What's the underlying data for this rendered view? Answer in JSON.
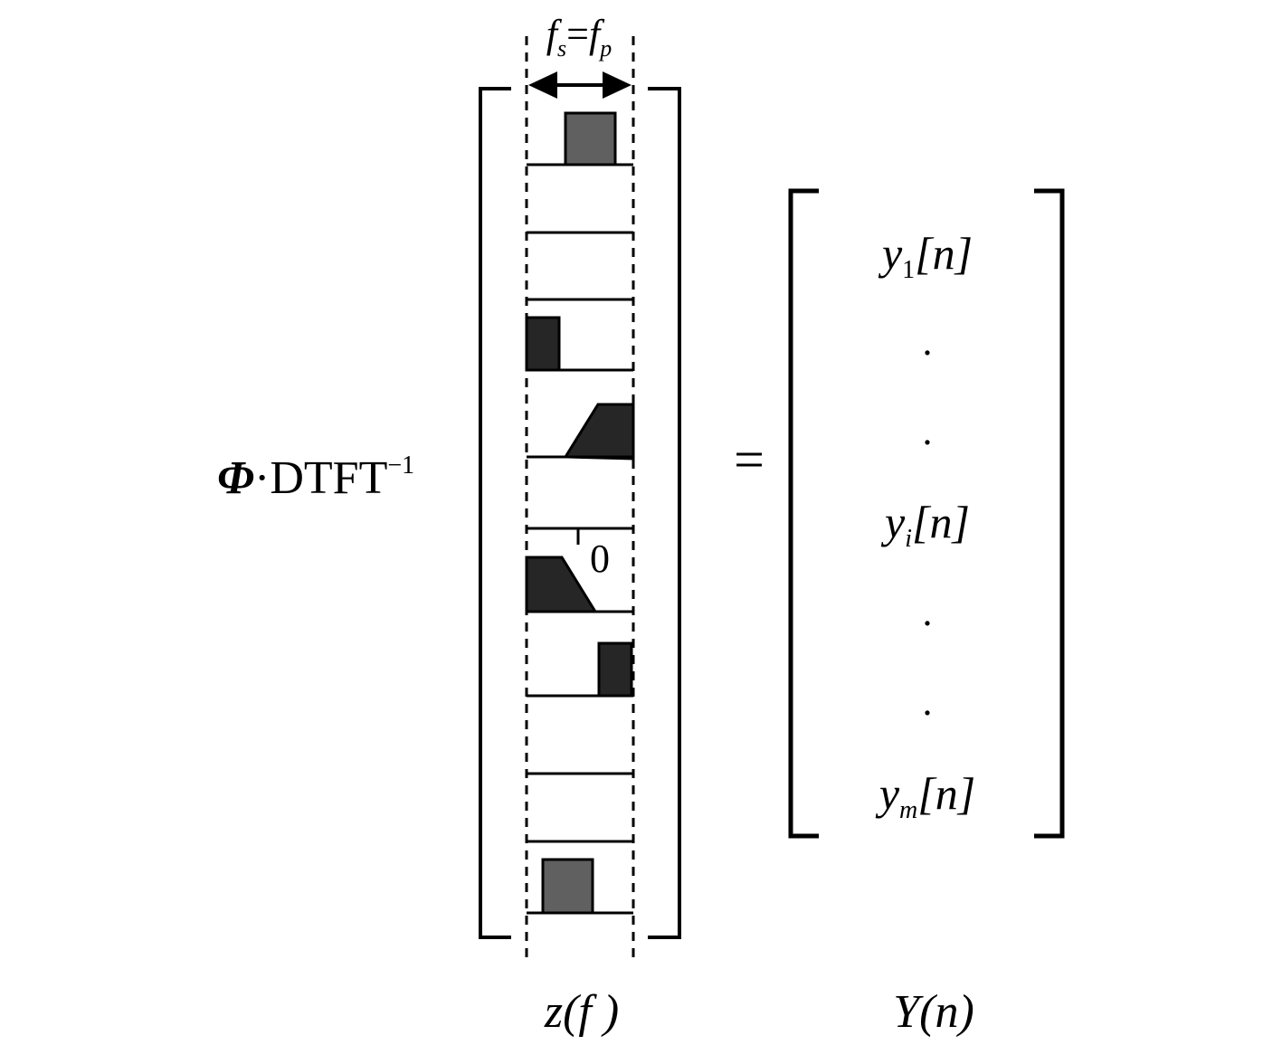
{
  "operator": {
    "phi": "Φ",
    "dot": "·",
    "dtft": "DTFT",
    "exponent": "−1"
  },
  "bandwidth": {
    "fs": "f",
    "s_sub": "s",
    "equals": "=",
    "fp": "f",
    "p_sub": "p"
  },
  "zero_label": "0",
  "equals_sign": "=",
  "output": {
    "y1": {
      "base": "y",
      "sub": "1",
      "arg": "[n]"
    },
    "dot1": ".",
    "dot2": ".",
    "yi": {
      "base": "y",
      "sub": "i",
      "arg": "[n]"
    },
    "dot3": ".",
    "dot4": ".",
    "ym": {
      "base": "y",
      "sub": "m",
      "arg": "[n]"
    }
  },
  "captions": {
    "z_label": "z(f )",
    "y_label": "Y(n)"
  },
  "colors": {
    "light_block": "#606060",
    "dark_block": "#262626",
    "stroke": "#000000"
  }
}
